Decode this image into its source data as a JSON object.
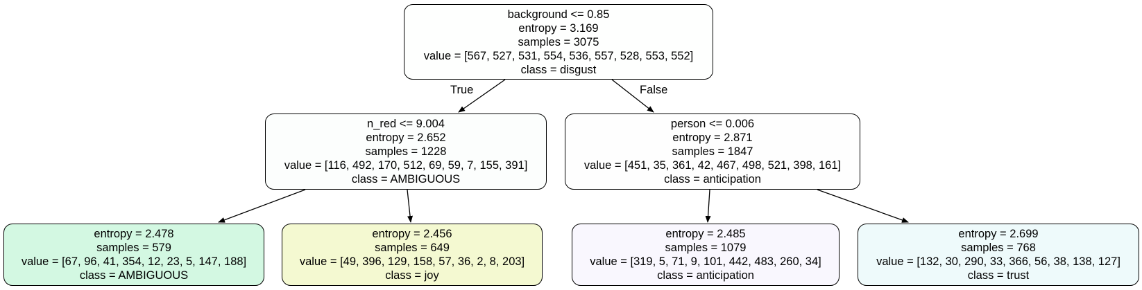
{
  "tree": {
    "nodes": {
      "root": {
        "split": "background <= 0.85",
        "entropy": "entropy = 3.169",
        "samples": "samples = 3075",
        "value": "value = [567, 527, 531, 554, 536, 557, 528, 553, 552]",
        "class": "class = disgust",
        "fill": "#fefffe"
      },
      "left": {
        "split": "n_red <= 9.004",
        "entropy": "entropy = 2.652",
        "samples": "samples = 1228",
        "value": "value = [116, 492, 170, 512, 69, 59, 7, 155, 391]",
        "class": "class = AMBIGUOUS",
        "fill": "#fcfefd"
      },
      "right": {
        "split": "person <= 0.006",
        "entropy": "entropy = 2.871",
        "samples": "samples = 1847",
        "value": "value = [451, 35, 361, 42, 467, 498, 521, 398, 161]",
        "class": "class = anticipation",
        "fill": "#fefefe"
      },
      "left_left": {
        "entropy": "entropy = 2.478",
        "samples": "samples = 579",
        "value": "value = [67, 96, 41, 354, 12, 23, 5, 147, 188]",
        "class": "class = AMBIGUOUS",
        "fill": "#d3f8e2"
      },
      "left_right": {
        "entropy": "entropy = 2.456",
        "samples": "samples = 649",
        "value": "value = [49, 396, 129, 158, 57, 36, 2, 8, 203]",
        "class": "class = joy",
        "fill": "#f4f9d1"
      },
      "right_left": {
        "entropy": "entropy = 2.485",
        "samples": "samples = 1079",
        "value": "value = [319, 5, 71, 9, 101, 442, 483, 260, 34]",
        "class": "class = anticipation",
        "fill": "#f9f7fe"
      },
      "right_right": {
        "entropy": "entropy = 2.699",
        "samples": "samples = 768",
        "value": "value = [132, 30, 290, 33, 366, 56, 38, 138, 127]",
        "class": "class = trust",
        "fill": "#eefafb"
      }
    },
    "edge_labels": {
      "true": "True",
      "false": "False"
    },
    "edge_color": "#000000"
  }
}
